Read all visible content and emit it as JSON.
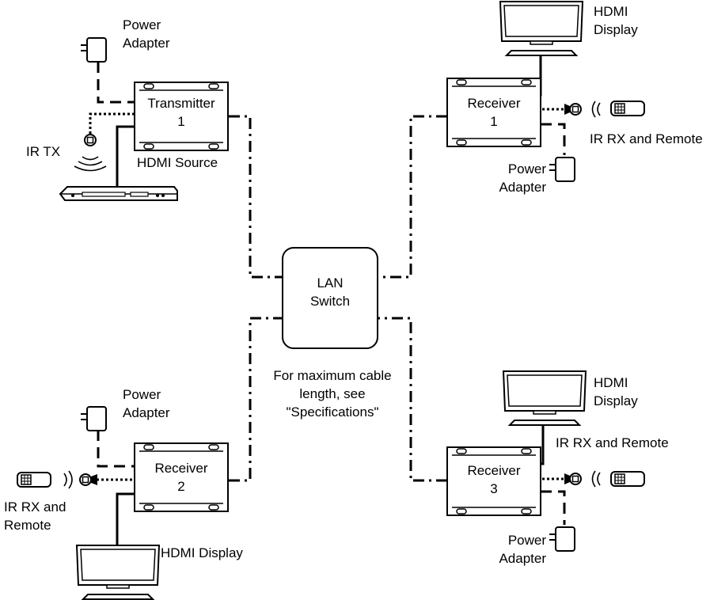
{
  "transmitter": {
    "line1": "Transmitter",
    "line2": "1"
  },
  "receiver1": {
    "line1": "Receiver",
    "line2": "1"
  },
  "receiver2": {
    "line1": "Receiver",
    "line2": "2"
  },
  "receiver3": {
    "line1": "Receiver",
    "line2": "3"
  },
  "lan_switch": {
    "line1": "LAN",
    "line2": "Switch"
  },
  "note": {
    "line1": "For maximum cable",
    "line2": "length, see",
    "line3": "\"Specifications\""
  },
  "tx_side": {
    "power_line1": "Power",
    "power_line2": "Adapter",
    "ir_tx": "IR TX",
    "hdmi_source": "HDMI Source"
  },
  "rx1_side": {
    "display_line1": "HDMI",
    "display_line2": "Display",
    "ir": "IR RX and Remote",
    "power_line1": "Power",
    "power_line2": "Adapter"
  },
  "rx2_side": {
    "power_line1": "Power",
    "power_line2": "Adapter",
    "ir_line1": "IR RX and",
    "ir_line2": "Remote",
    "display": "HDMI Display"
  },
  "rx3_side": {
    "display_line1": "HDMI",
    "display_line2": "Display",
    "ir": "IR RX and Remote",
    "power_line1": "Power",
    "power_line2": "Adapter"
  }
}
